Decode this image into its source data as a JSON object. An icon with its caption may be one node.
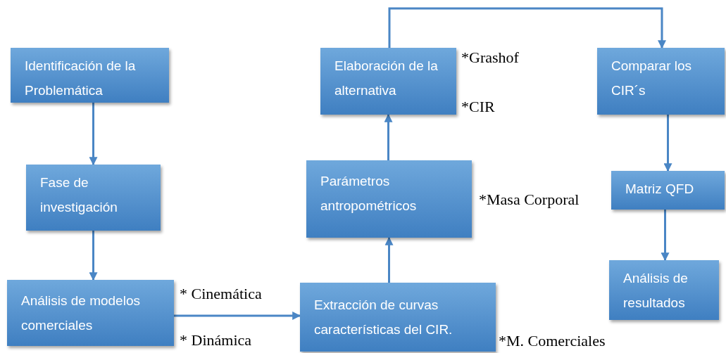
{
  "diagram": {
    "nodes": [
      {
        "text": [
          "Identificación de la Problemática"
        ]
      },
      {
        "text": [
          "Fase de investigación"
        ]
      },
      {
        "text": [
          "Análisis de modelos comerciales"
        ],
        "beside": [
          "* Cinemática",
          "* Dinámica"
        ]
      },
      {
        "text": [
          "Extracción de curvas características del CIR."
        ],
        "beside": [
          "*M. Comerciales"
        ]
      },
      {
        "text": [
          "Parámetros antropométricos"
        ],
        "beside": [
          "*Masa Corporal"
        ]
      },
      {
        "text": [
          "Elaboración de la alternativa"
        ],
        "beside": [
          "*Grashof",
          "*CIR"
        ]
      },
      {
        "text": [
          "Comparar los CIR´s"
        ]
      },
      {
        "text": [
          "Matriz QFD"
        ]
      },
      {
        "text": [
          "Análisis de resultados"
        ]
      }
    ],
    "edges": [
      {
        "from": 0,
        "to": 1,
        "arrow": "to"
      },
      {
        "from": 1,
        "to": 2,
        "arrow": "to"
      },
      {
        "from": 2,
        "to": 3,
        "arrow": "to"
      },
      {
        "from": 3,
        "to": 4,
        "arrow": "to"
      },
      {
        "from": 4,
        "to": 5,
        "arrow": "to"
      },
      {
        "from": 5,
        "to": 6,
        "arrow": "to"
      },
      {
        "from": 6,
        "to": 7,
        "arrow": "to"
      },
      {
        "from": 7,
        "to": 8,
        "arrow": "to"
      }
    ]
  }
}
